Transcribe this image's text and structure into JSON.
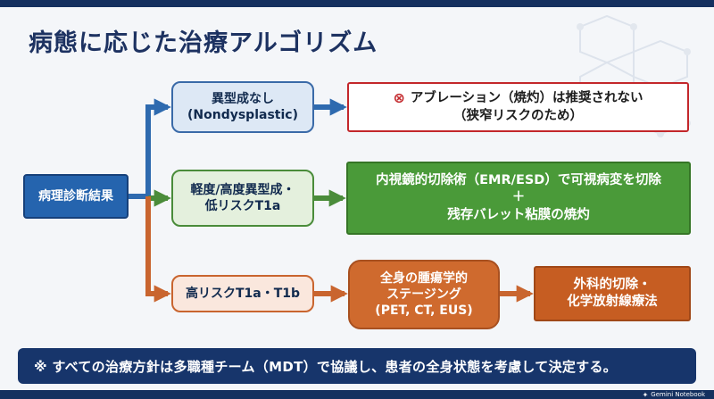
{
  "title": "病態に応じた治療アルゴリズム",
  "root": {
    "label": "病理診断結果"
  },
  "branches": [
    {
      "label_line1": "異型成なし",
      "label_line2": "(Nondysplastic)",
      "outcome": {
        "icon": "circle-x-icon",
        "line1": "アブレーション（焼灼）は推奨されない",
        "line2": "（狭窄リスクのため）"
      }
    },
    {
      "label_line1": "軽度/高度異型成・",
      "label_line2": "低リスクT1a",
      "outcome": {
        "line1": "内視鏡的切除術（EMR/ESD）で可視病変を切除",
        "line2": "＋",
        "line3": "残存バレット粘膜の焼灼"
      }
    },
    {
      "label": "高リスクT1a・T1b",
      "staging": {
        "line1": "全身の腫瘍学的",
        "line2": "ステージング",
        "line3": "(PET, CT, EUS)"
      },
      "outcome": {
        "line1": "外科的切除・",
        "line2": "化学放射線療法"
      }
    }
  ],
  "footnote": "※ すべての治療方針は多職種チーム（MDT）で協議し、患者の全身状態を考慮して決定する。",
  "watermark": "Gemini Notebook",
  "colors": {
    "navy": "#17356b",
    "blue": "#2564ae",
    "green": "#4a9a39",
    "orange": "#cf6a2e",
    "red": "#c3272b"
  }
}
